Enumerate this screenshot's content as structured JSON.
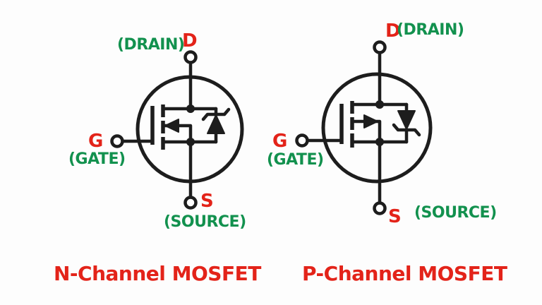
{
  "colors": {
    "background": "#fdfdfd",
    "line": "#1d1d1d",
    "red": "#e32319",
    "green": "#12914e"
  },
  "diagrams": {
    "n_channel": {
      "title": "N-Channel MOSFET",
      "labels": {
        "drain_letter": "D",
        "drain_word": "(DRAIN)",
        "gate_letter": "G",
        "gate_word": "(GATE)",
        "source_letter": "S",
        "source_word": "(SOURCE)"
      }
    },
    "p_channel": {
      "title": "P-Channel MOSFET",
      "labels": {
        "drain_letter": "D",
        "drain_word": "(DRAIN)",
        "gate_letter": "G",
        "gate_word": "(GATE)",
        "source_letter": "S",
        "source_word": "(SOURCE)"
      }
    }
  }
}
